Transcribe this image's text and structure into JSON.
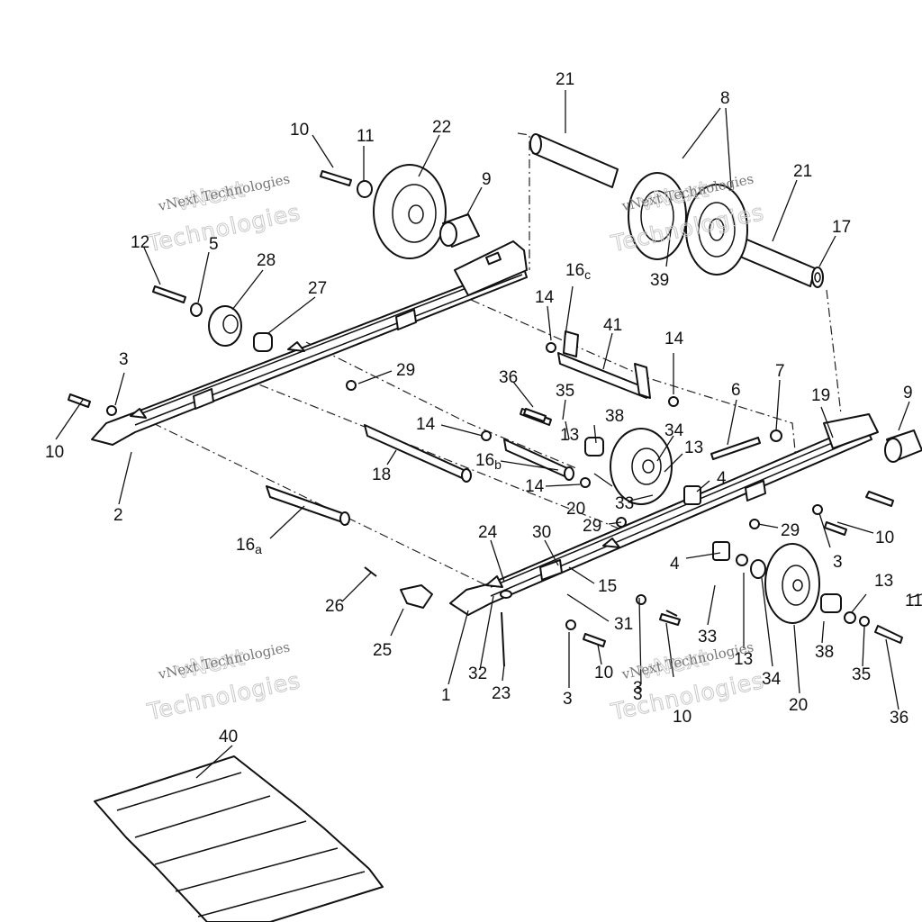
{
  "watermark": {
    "brand": "vNext",
    "line_small": "vNext Technologies",
    "line_big": "Technologies"
  },
  "callouts": [
    {
      "text": "21",
      "sub": ""
    },
    {
      "text": "8",
      "sub": ""
    },
    {
      "text": "10",
      "sub": ""
    },
    {
      "text": "11",
      "sub": ""
    },
    {
      "text": "22",
      "sub": ""
    },
    {
      "text": "9",
      "sub": ""
    },
    {
      "text": "21",
      "sub": ""
    },
    {
      "text": "17",
      "sub": ""
    },
    {
      "text": "12",
      "sub": ""
    },
    {
      "text": "5",
      "sub": ""
    },
    {
      "text": "28",
      "sub": ""
    },
    {
      "text": "27",
      "sub": ""
    },
    {
      "text": "39",
      "sub": ""
    },
    {
      "text": "16",
      "sub": "c"
    },
    {
      "text": "14",
      "sub": ""
    },
    {
      "text": "41",
      "sub": ""
    },
    {
      "text": "14",
      "sub": ""
    },
    {
      "text": "3",
      "sub": ""
    },
    {
      "text": "29",
      "sub": ""
    },
    {
      "text": "36",
      "sub": ""
    },
    {
      "text": "35",
      "sub": ""
    },
    {
      "text": "6",
      "sub": ""
    },
    {
      "text": "7",
      "sub": ""
    },
    {
      "text": "19",
      "sub": ""
    },
    {
      "text": "9",
      "sub": ""
    },
    {
      "text": "10",
      "sub": ""
    },
    {
      "text": "14",
      "sub": ""
    },
    {
      "text": "38",
      "sub": ""
    },
    {
      "text": "34",
      "sub": ""
    },
    {
      "text": "13",
      "sub": ""
    },
    {
      "text": "13",
      "sub": ""
    },
    {
      "text": "2",
      "sub": ""
    },
    {
      "text": "18",
      "sub": ""
    },
    {
      "text": "16",
      "sub": "b"
    },
    {
      "text": "4",
      "sub": ""
    },
    {
      "text": "14",
      "sub": ""
    },
    {
      "text": "20",
      "sub": ""
    },
    {
      "text": "33",
      "sub": ""
    },
    {
      "text": "29",
      "sub": ""
    },
    {
      "text": "29",
      "sub": ""
    },
    {
      "text": "3",
      "sub": ""
    },
    {
      "text": "10",
      "sub": ""
    },
    {
      "text": "16",
      "sub": "a"
    },
    {
      "text": "24",
      "sub": ""
    },
    {
      "text": "30",
      "sub": ""
    },
    {
      "text": "4",
      "sub": ""
    },
    {
      "text": "3",
      "sub": ""
    },
    {
      "text": "15",
      "sub": ""
    },
    {
      "text": "26",
      "sub": ""
    },
    {
      "text": "13",
      "sub": ""
    },
    {
      "text": "11",
      "sub": ""
    },
    {
      "text": "31",
      "sub": ""
    },
    {
      "text": "25",
      "sub": ""
    },
    {
      "text": "33",
      "sub": ""
    },
    {
      "text": "38",
      "sub": ""
    },
    {
      "text": "13",
      "sub": ""
    },
    {
      "text": "10",
      "sub": ""
    },
    {
      "text": "32",
      "sub": ""
    },
    {
      "text": "35",
      "sub": ""
    },
    {
      "text": "34",
      "sub": ""
    },
    {
      "text": "1",
      "sub": ""
    },
    {
      "text": "23",
      "sub": ""
    },
    {
      "text": "3",
      "sub": ""
    },
    {
      "text": "3",
      "sub": ""
    },
    {
      "text": "10",
      "sub": ""
    },
    {
      "text": "20",
      "sub": ""
    },
    {
      "text": "36",
      "sub": ""
    },
    {
      "text": "40",
      "sub": ""
    }
  ]
}
